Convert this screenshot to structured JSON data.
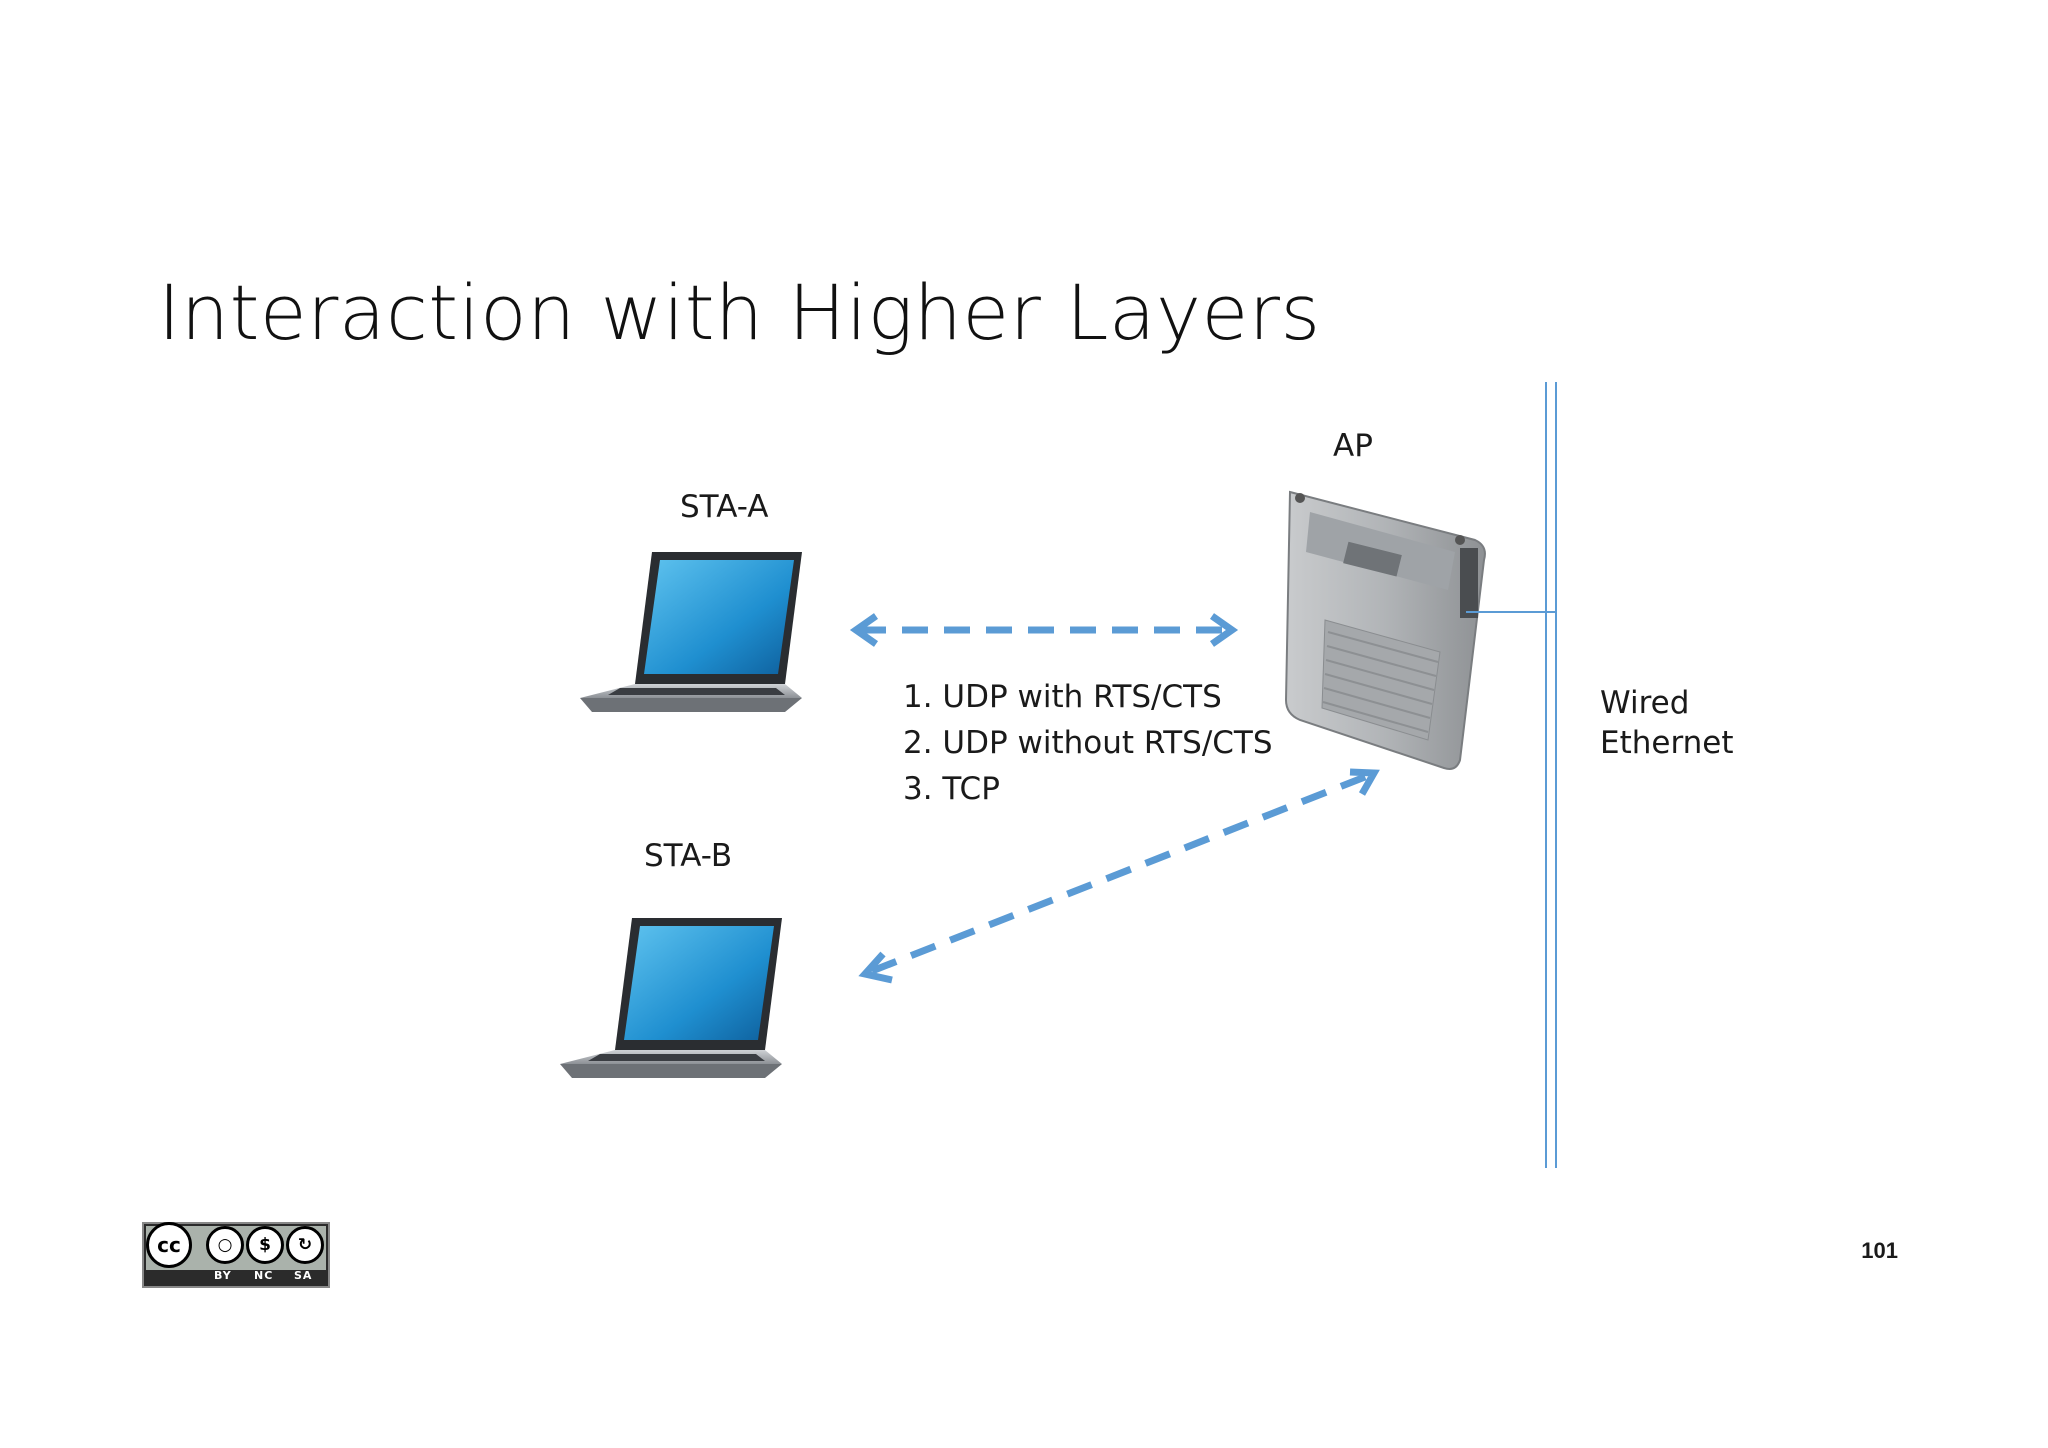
{
  "slide": {
    "title": "Interaction with Higher Layers",
    "page_number": "101"
  },
  "nodes": {
    "sta_a": "STA-A",
    "sta_b": "STA-B",
    "ap": "AP"
  },
  "wired": {
    "line1": "Wired",
    "line2": "Ethernet"
  },
  "methods": [
    "1. UDP with RTS/CTS",
    "2. UDP without RTS/CTS",
    "3. TCP"
  ],
  "license": {
    "main": "cc",
    "icons": [
      "person-icon",
      "dollar-strike-icon",
      "share-alike-icon"
    ],
    "labels": [
      "BY",
      "NC",
      "SA"
    ]
  },
  "colors": {
    "arrow": "#5b9bd5",
    "ethernet": "#5b9bd5"
  }
}
